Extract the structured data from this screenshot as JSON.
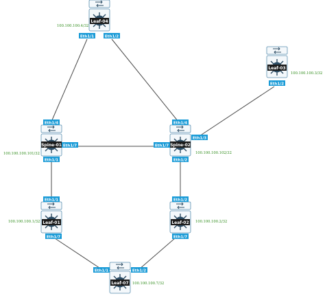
{
  "colors": {
    "port_fill": "#1a9bd7",
    "ip_text": "#2e8b1a",
    "device_border": "#5a8fb0",
    "device_fill": "#f4f8fb",
    "link": "#4a4a4a"
  },
  "devices": {
    "leaf04": {
      "name": "Leaf-04",
      "ip": "100.100.100.4/32",
      "icon": "switch-icon"
    },
    "leaf03": {
      "name": "Leaf-03",
      "ip": "100.100.100.3/32",
      "icon": "switch-icon"
    },
    "spine01": {
      "name": "Spine-01",
      "ip": "100.100.100.101/32",
      "icon": "switch-icon"
    },
    "spine02": {
      "name": "Spine-02",
      "ip": "100.100.100.102/32",
      "icon": "switch-icon"
    },
    "leaf01": {
      "name": "Leaf-01",
      "ip": "100.100.100.1/32",
      "icon": "switch-icon"
    },
    "leaf02": {
      "name": "Leaf-02",
      "ip": "100.100.100.2/32",
      "icon": "switch-icon"
    },
    "leaf07": {
      "name": "Leaf-07",
      "ip": "100.100.100.7/32",
      "icon": "switch-icon"
    }
  },
  "ports": {
    "leaf04_eth11": "Eth1/1",
    "leaf04_eth12": "Eth1/2",
    "leaf03_eth12": "Eth1/2",
    "spine01_eth14": "Eth1/4",
    "spine01_eth17": "Eth1/7",
    "spine01_eth11": "Eth1/1",
    "spine02_eth14": "Eth1/4",
    "spine02_eth13": "Eth1/3",
    "spine02_eth17": "Eth1/7",
    "spine02_eth12": "Eth1/2",
    "leaf01_eth11": "Eth1/1",
    "leaf01_eth17": "Eth1/7",
    "leaf02_eth12": "Eth1/2",
    "leaf02_eth17": "Eth1/7",
    "leaf07_eth11": "Eth1/1",
    "leaf07_eth12": "Eth1/2"
  }
}
